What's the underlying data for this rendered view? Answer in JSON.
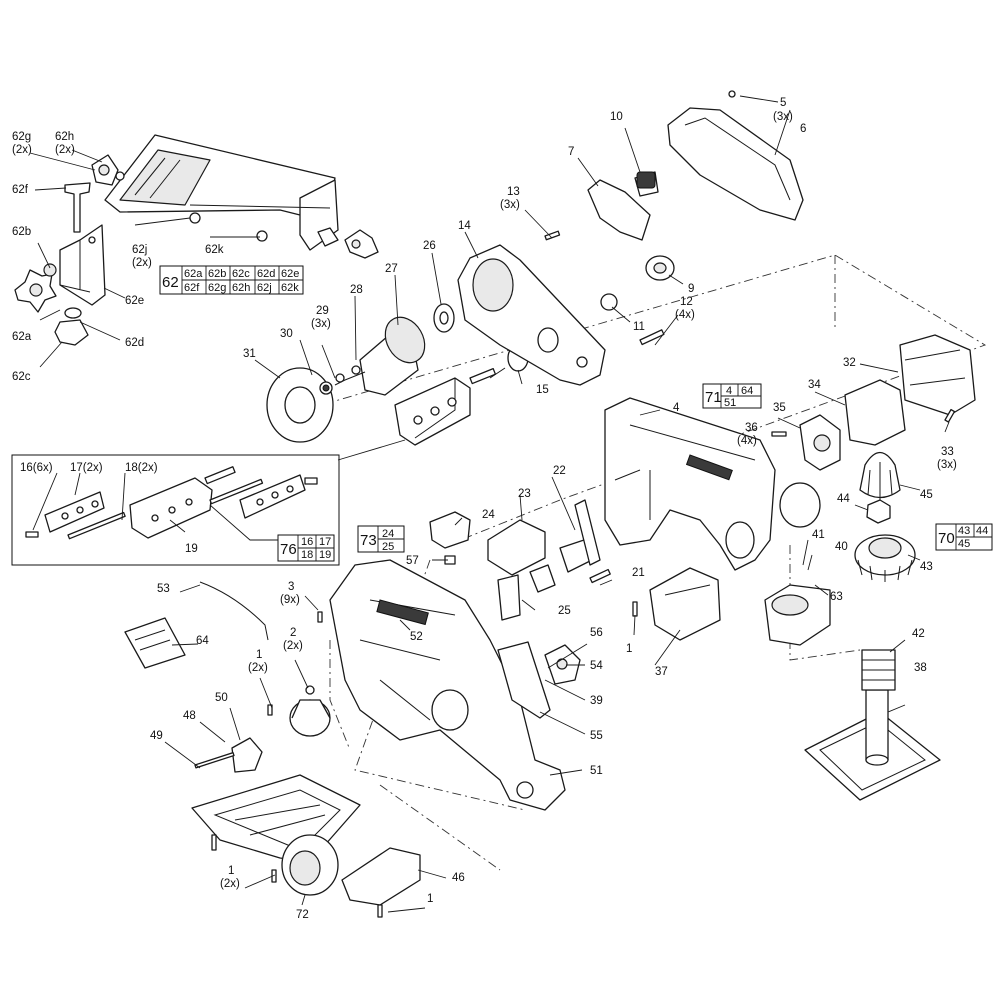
{
  "diagram": {
    "labels": [
      {
        "id": "p5",
        "text": "5"
      },
      {
        "id": "p5q",
        "text": "(3x)"
      },
      {
        "id": "p6",
        "text": "6"
      },
      {
        "id": "p10",
        "text": "10"
      },
      {
        "id": "p7",
        "text": "7"
      },
      {
        "id": "p62g",
        "text": "62g"
      },
      {
        "id": "p62gq",
        "text": "(2x)"
      },
      {
        "id": "p62h",
        "text": "62h"
      },
      {
        "id": "p62hq",
        "text": "(2x)"
      },
      {
        "id": "p62f",
        "text": "62f"
      },
      {
        "id": "p62b",
        "text": "62b"
      },
      {
        "id": "p62j",
        "text": "62j"
      },
      {
        "id": "p62jq",
        "text": "(2x)"
      },
      {
        "id": "p62k",
        "text": "62k"
      },
      {
        "id": "p62e",
        "text": "62e"
      },
      {
        "id": "p62a",
        "text": "62a"
      },
      {
        "id": "p62d",
        "text": "62d"
      },
      {
        "id": "p62c",
        "text": "62c"
      },
      {
        "id": "p13",
        "text": "13"
      },
      {
        "id": "p13q",
        "text": "(3x)"
      },
      {
        "id": "p14",
        "text": "14"
      },
      {
        "id": "p26",
        "text": "26"
      },
      {
        "id": "p27",
        "text": "27"
      },
      {
        "id": "p28",
        "text": "28"
      },
      {
        "id": "p29",
        "text": "29"
      },
      {
        "id": "p29q",
        "text": "(3x)"
      },
      {
        "id": "p30",
        "text": "30"
      },
      {
        "id": "p31",
        "text": "31"
      },
      {
        "id": "p9",
        "text": "9"
      },
      {
        "id": "p11",
        "text": "11"
      },
      {
        "id": "p12",
        "text": "12"
      },
      {
        "id": "p12q",
        "text": "(4x)"
      },
      {
        "id": "p15",
        "text": "15"
      },
      {
        "id": "p32",
        "text": "32"
      },
      {
        "id": "p34",
        "text": "34"
      },
      {
        "id": "p35",
        "text": "35"
      },
      {
        "id": "p36",
        "text": "36"
      },
      {
        "id": "p36q",
        "text": "(4x)"
      },
      {
        "id": "p33",
        "text": "33"
      },
      {
        "id": "p33q",
        "text": "(3x)"
      },
      {
        "id": "p4",
        "text": "4"
      },
      {
        "id": "p45",
        "text": "45"
      },
      {
        "id": "p44",
        "text": "44"
      },
      {
        "id": "p43",
        "text": "43"
      },
      {
        "id": "p41",
        "text": "41"
      },
      {
        "id": "p40",
        "text": "40"
      },
      {
        "id": "p63",
        "text": "63"
      },
      {
        "id": "p16",
        "text": "16(6x)"
      },
      {
        "id": "p17",
        "text": "17(2x)"
      },
      {
        "id": "p18",
        "text": "18(2x)"
      },
      {
        "id": "p19",
        "text": "19"
      },
      {
        "id": "p22",
        "text": "22"
      },
      {
        "id": "p23",
        "text": "23"
      },
      {
        "id": "p24",
        "text": "24"
      },
      {
        "id": "p57",
        "text": "57"
      },
      {
        "id": "p21",
        "text": "21"
      },
      {
        "id": "p25",
        "text": "25"
      },
      {
        "id": "p1a",
        "text": "1"
      },
      {
        "id": "p37",
        "text": "37"
      },
      {
        "id": "p42",
        "text": "42"
      },
      {
        "id": "p38",
        "text": "38"
      },
      {
        "id": "p53",
        "text": "53"
      },
      {
        "id": "p3",
        "text": "3"
      },
      {
        "id": "p3q",
        "text": "(9x)"
      },
      {
        "id": "p64",
        "text": "64"
      },
      {
        "id": "p2",
        "text": "2"
      },
      {
        "id": "p2q",
        "text": "(2x)"
      },
      {
        "id": "p1b",
        "text": "1"
      },
      {
        "id": "p1bq",
        "text": "(2x)"
      },
      {
        "id": "p52",
        "text": "52"
      },
      {
        "id": "p56",
        "text": "56"
      },
      {
        "id": "p54",
        "text": "54"
      },
      {
        "id": "p39",
        "text": "39"
      },
      {
        "id": "p55",
        "text": "55"
      },
      {
        "id": "p51",
        "text": "51"
      },
      {
        "id": "p50",
        "text": "50"
      },
      {
        "id": "p48",
        "text": "48"
      },
      {
        "id": "p49",
        "text": "49"
      },
      {
        "id": "p1c",
        "text": "1"
      },
      {
        "id": "p1cq",
        "text": "(2x)"
      },
      {
        "id": "p72",
        "text": "72"
      },
      {
        "id": "p46",
        "text": "46"
      },
      {
        "id": "p1d",
        "text": "1"
      }
    ],
    "kits": {
      "k62": {
        "num": "62",
        "cells": [
          "62a",
          "62b",
          "62c",
          "62d",
          "62e",
          "62f",
          "62g",
          "62h",
          "62j",
          "62k"
        ]
      },
      "k71": {
        "num": "71",
        "cells": [
          "4",
          "64",
          "51"
        ]
      },
      "k73": {
        "num": "73",
        "cells": [
          "24",
          "25"
        ]
      },
      "k76": {
        "num": "76",
        "cells": [
          "16",
          "17",
          "18",
          "19"
        ]
      },
      "k70": {
        "num": "70",
        "cells": [
          "43",
          "44",
          "45"
        ]
      }
    }
  }
}
